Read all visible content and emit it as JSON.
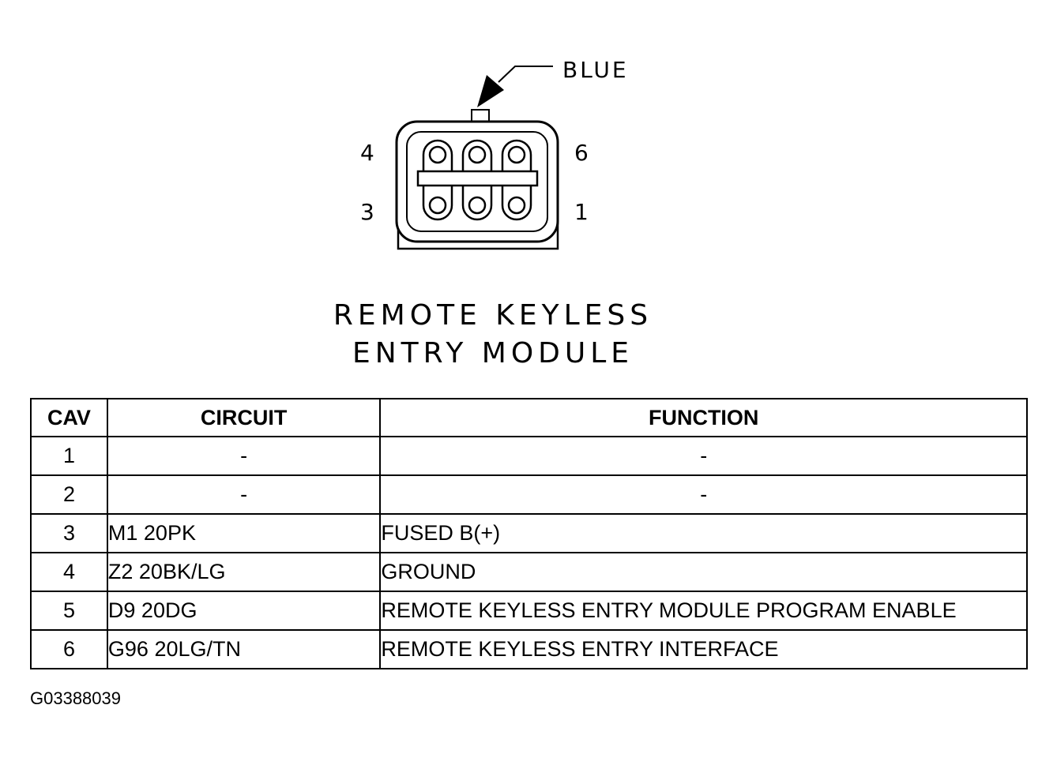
{
  "connector": {
    "color_label": "BLUE",
    "pin_labels": {
      "top_left": "4",
      "top_right": "6",
      "bottom_left": "3",
      "bottom_right": "1"
    }
  },
  "module_title": {
    "line1": "REMOTE KEYLESS",
    "line2": "ENTRY MODULE"
  },
  "table": {
    "headers": {
      "cav": "CAV",
      "circuit": "CIRCUIT",
      "function": "FUNCTION"
    },
    "rows": [
      {
        "cav": "1",
        "circuit": "-",
        "function": "-"
      },
      {
        "cav": "2",
        "circuit": "-",
        "function": "-"
      },
      {
        "cav": "3",
        "circuit": "M1 20PK",
        "function": "FUSED B(+)"
      },
      {
        "cav": "4",
        "circuit": "Z2 20BK/LG",
        "function": "GROUND"
      },
      {
        "cav": "5",
        "circuit": "D9 20DG",
        "function": "REMOTE KEYLESS ENTRY MODULE PROGRAM ENABLE"
      },
      {
        "cav": "6",
        "circuit": "G96 20LG/TN",
        "function": "REMOTE KEYLESS ENTRY INTERFACE"
      }
    ]
  },
  "image_code": "G03388039"
}
